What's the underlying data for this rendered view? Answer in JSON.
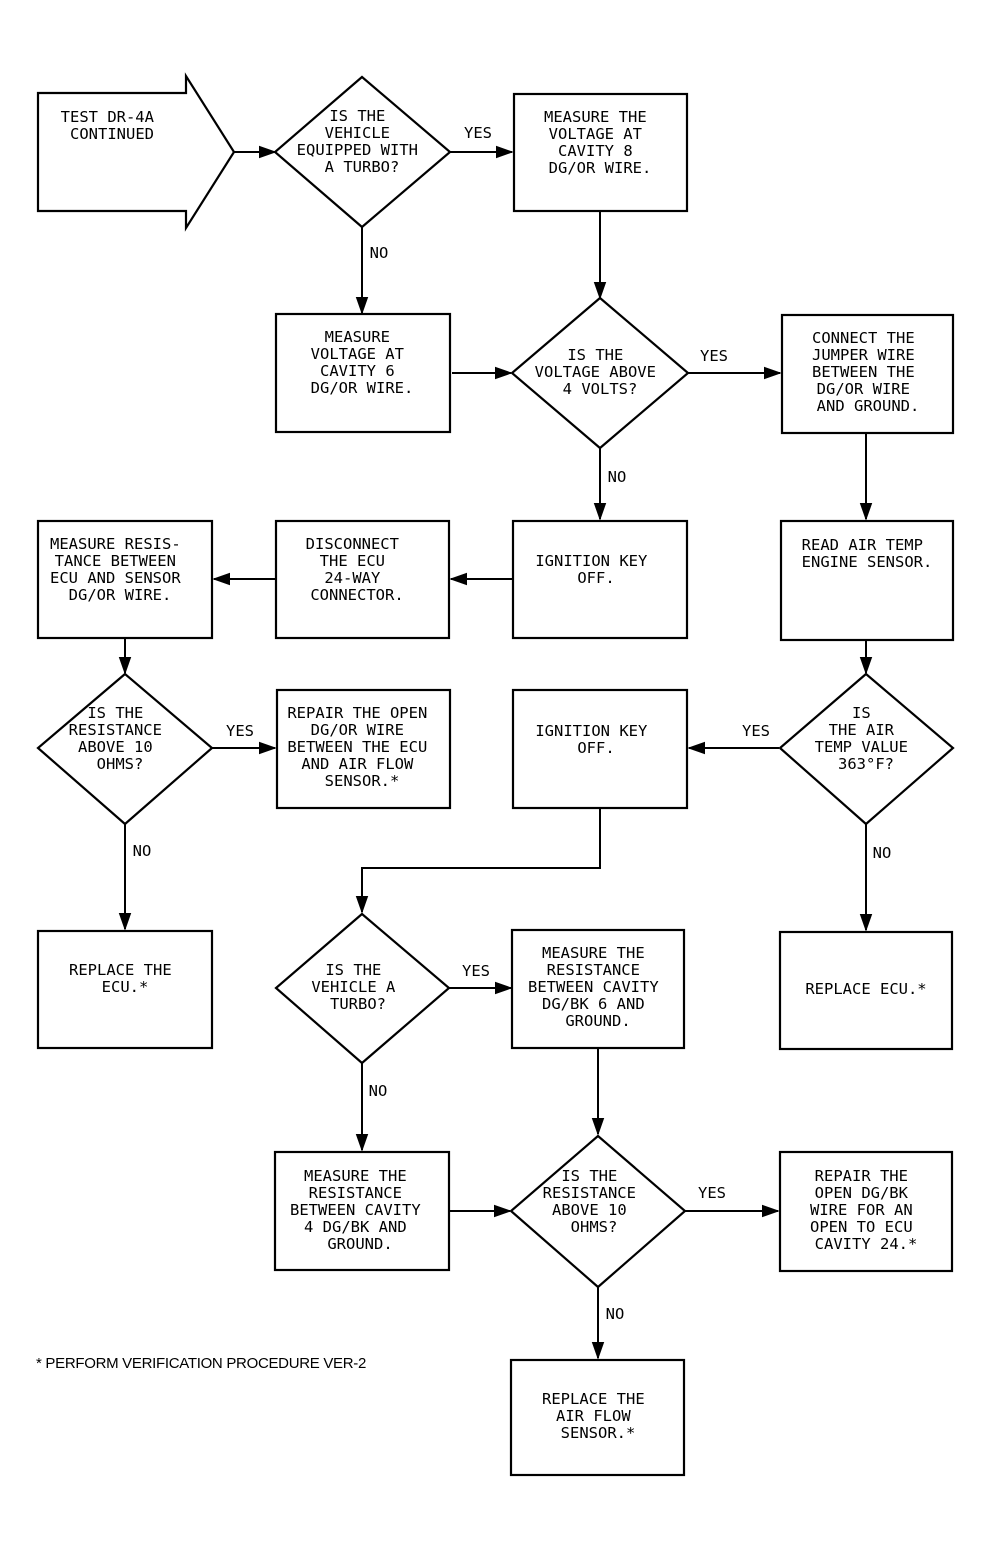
{
  "nodes": {
    "start": [
      "TEST DR-4A",
      "CONTINUED"
    ],
    "d_turbo1": [
      "IS THE",
      "VEHICLE",
      "EQUIPPED WITH",
      "A TURBO?"
    ],
    "measure_cav8": [
      "MEASURE THE",
      "VOLTAGE AT",
      "CAVITY 8",
      "DG/OR WIRE."
    ],
    "measure_cav6": [
      "MEASURE",
      "VOLTAGE AT",
      "CAVITY 6",
      "DG/OR WIRE."
    ],
    "d_volt": [
      "IS THE",
      "VOLTAGE ABOVE",
      "4 VOLTS?"
    ],
    "connect_jumper": [
      "CONNECT THE",
      "JUMPER WIRE",
      "BETWEEN THE",
      "DG/OR WIRE",
      "AND GROUND."
    ],
    "ign_off1": [
      "IGNITION KEY",
      "OFF."
    ],
    "disconnect": [
      "DISCONNECT",
      "THE ECU",
      "24-WAY",
      "CONNECTOR."
    ],
    "measure_res1": [
      "MEASURE RESIS-",
      "TANCE BETWEEN",
      "ECU AND SENSOR",
      "DG/OR WIRE."
    ],
    "read_air": [
      "READ AIR TEMP",
      "ENGINE SENSOR."
    ],
    "d_res1": [
      "IS THE",
      "RESISTANCE",
      "ABOVE 10",
      "OHMS?"
    ],
    "repair_open": [
      "REPAIR THE OPEN",
      "DG/OR WIRE",
      "BETWEEN THE ECU",
      "AND AIR FLOW",
      "SENSOR.*"
    ],
    "ign_off2": [
      "IGNITION KEY",
      "OFF."
    ],
    "d_air": [
      "IS",
      "THE AIR",
      "TEMP VALUE",
      "363°F?"
    ],
    "replace_ecu1": [
      "REPLACE THE",
      "ECU.*"
    ],
    "replace_ecu2": [
      "REPLACE ECU.*"
    ],
    "d_turbo2": [
      "IS THE",
      "VEHICLE A",
      "TURBO?"
    ],
    "measure_res6": [
      "MEASURE THE",
      "RESISTANCE",
      "BETWEEN CAVITY",
      "DG/BK 6 AND",
      "GROUND."
    ],
    "measure_res4": [
      "MEASURE THE",
      "RESISTANCE",
      "BETWEEN CAVITY",
      "4 DG/BK AND",
      "GROUND."
    ],
    "d_res2": [
      "IS THE",
      "RESISTANCE",
      "ABOVE 10",
      "OHMS?"
    ],
    "repair_dgbk": [
      "REPAIR THE",
      "OPEN DG/BK",
      "WIRE FOR AN",
      "OPEN TO ECU",
      "CAVITY 24.*"
    ],
    "replace_afs": [
      "REPLACE THE",
      "AIR FLOW",
      "SENSOR.*"
    ]
  },
  "labels": {
    "yes": "YES",
    "no": "NO"
  },
  "footnote": "* PERFORM VERIFICATION PROCEDURE VER-2"
}
